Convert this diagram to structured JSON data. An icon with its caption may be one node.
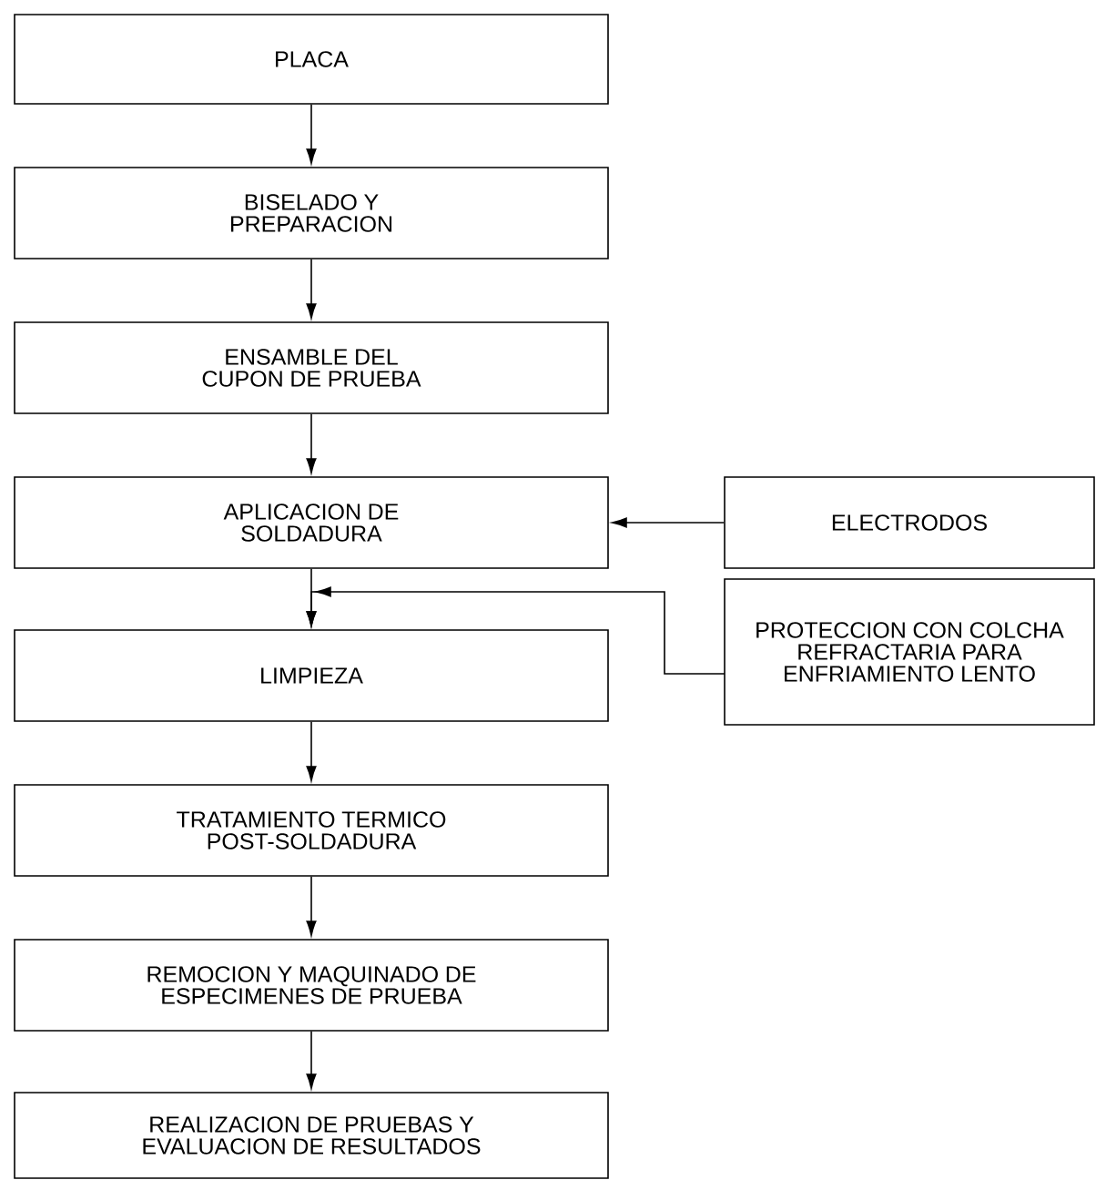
{
  "diagram": {
    "nodes": [
      {
        "text": [
          "PLACA"
        ]
      },
      {
        "text": [
          "BISELADO Y PREPARACION"
        ]
      },
      {
        "text": [
          "ENSAMBLE DEL CUPON DE PRUEBA"
        ]
      },
      {
        "text": [
          "APLICACION DE SOLDADURA"
        ]
      },
      {
        "text": [
          "LIMPIEZA"
        ]
      },
      {
        "text": [
          "TRATAMIENTO TERMICO POST-SOLDADURA"
        ]
      },
      {
        "text": [
          "REMOCION Y MAQUINADO DE ESPECIMENES DE PRUEBA"
        ]
      },
      {
        "text": [
          "REALIZACION DE PRUEBAS Y EVALUACION DE RESULTADOS"
        ]
      },
      {
        "text": [
          "ELECTRODOS"
        ]
      },
      {
        "text": [
          "PROTECCION CON COLCHA REFRACTARIA PARA ENFRIAMIENTO LENTO"
        ]
      }
    ],
    "edges": [
      {
        "from": 0,
        "to": 1,
        "arrow": "to"
      },
      {
        "from": 1,
        "to": 2,
        "arrow": "to"
      },
      {
        "from": 2,
        "to": 3,
        "arrow": "to"
      },
      {
        "from": 3,
        "to": 4,
        "arrow": "to"
      },
      {
        "from": 4,
        "to": 5,
        "arrow": "to"
      },
      {
        "from": 5,
        "to": 6,
        "arrow": "to"
      },
      {
        "from": 6,
        "to": 7,
        "arrow": "to"
      },
      {
        "from": 8,
        "to": 3,
        "arrow": "to"
      },
      {
        "from": 9,
        "to": 4,
        "arrow": "to"
      }
    ]
  }
}
